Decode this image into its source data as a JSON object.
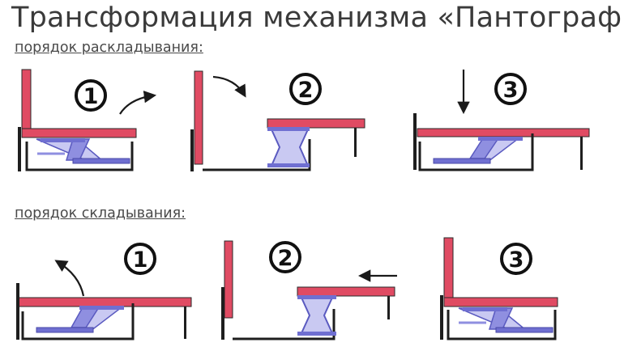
{
  "title": "Трансформация механизма «Пантограф»",
  "unfold_label": "порядок раскладывания:",
  "fold_label": "порядок складывания:",
  "step_numbers": [
    "1",
    "2",
    "3"
  ],
  "colors": {
    "seat": "#e04b63",
    "frame": "#1e1e1e",
    "mechanism": "#6f6fd1",
    "mechanism_light": "#c9c9f2",
    "arrow": "#1a1a1a",
    "text": "#3a3a3a"
  }
}
